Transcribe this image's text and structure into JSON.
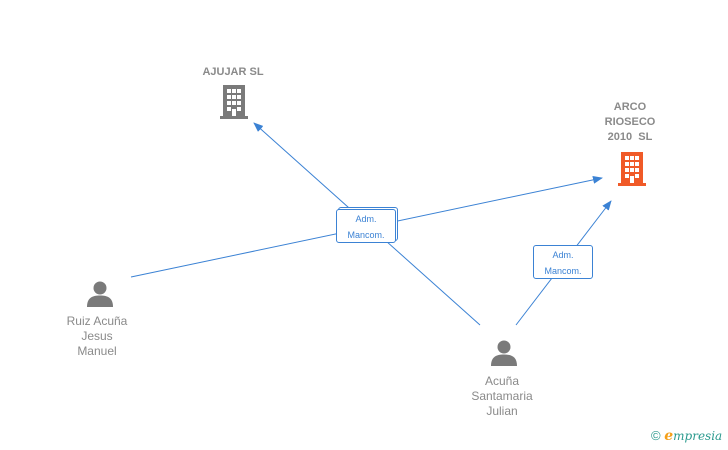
{
  "nodes": {
    "company_ajujar": {
      "name": "AJUJAR SL",
      "kind": "company",
      "color": "#7a7a7a"
    },
    "company_arco": {
      "name_lines": [
        "ARCO",
        "RIOSECO",
        "2010  SL"
      ],
      "kind": "company",
      "color": "#f05a28"
    },
    "person_ruiz": {
      "name_lines": [
        "Ruiz Acuña",
        "Jesus",
        "Manuel"
      ],
      "kind": "person",
      "color": "#7a7a7a"
    },
    "person_acuna": {
      "name_lines": [
        "Acuña",
        "Santamaria",
        "Julian"
      ],
      "kind": "person",
      "color": "#7a7a7a"
    }
  },
  "edges": [
    {
      "from": "Acuña Santamaria Julian",
      "to": "AJUJAR SL",
      "label_lines": [
        "Adm.",
        "Mancom."
      ]
    },
    {
      "from": "Ruiz Acuña Jesus Manuel",
      "to": "ARCO RIOSECO 2010 SL",
      "label_lines": [
        "Adm.",
        "Mancom."
      ]
    },
    {
      "from": "Acuña Santamaria Julian",
      "to": "ARCO RIOSECO 2010 SL",
      "label_lines": [
        "Adm.",
        "Mancom."
      ]
    }
  ],
  "colors": {
    "edge": "#3b82d4",
    "text": "#8a8a8a",
    "highlight_company": "#f05a28"
  },
  "footer": {
    "copyright_symbol": "©",
    "brand_initial": "e",
    "brand_rest": "mpresia"
  }
}
